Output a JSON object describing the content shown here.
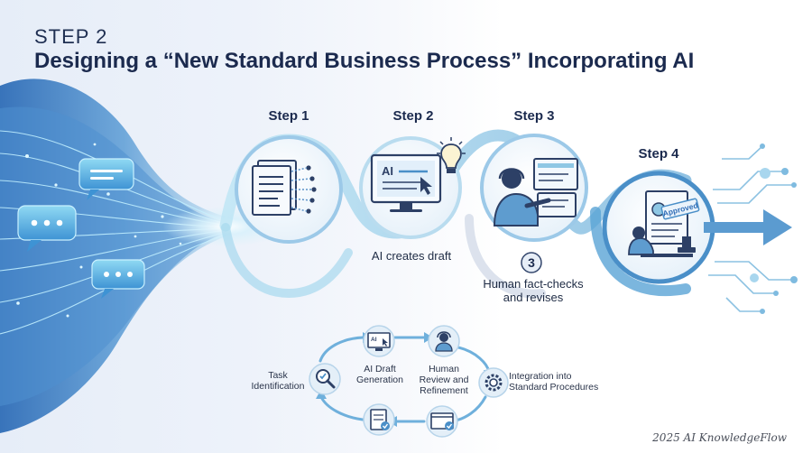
{
  "header": {
    "kicker": "STEP 2",
    "title": "Designing a “New Standard Business Process” Incorporating AI"
  },
  "steps": [
    {
      "label": "Step 1",
      "icon": "document-checklist-icon"
    },
    {
      "label": "Step 2",
      "icon": "ai-monitor-icon",
      "screen_text": "AI",
      "caption": "AI creates draft"
    },
    {
      "label": "Step 3",
      "icon": "human-reviewer-icon",
      "badge": "3",
      "caption_lines": [
        "Human fact-checks",
        "and revises"
      ]
    },
    {
      "label": "Step 4",
      "icon": "approved-stamp-icon",
      "stamp_text": "Approved"
    }
  ],
  "cycle": {
    "nodes": [
      {
        "label_lines": [
          "Task",
          "Identification"
        ],
        "icon": "magnifier-check-icon"
      },
      {
        "label_lines": [
          "AI Draft",
          "Generation"
        ],
        "icon": "ai-monitor-icon",
        "screen_text": "AI"
      },
      {
        "label_lines": [
          "Human",
          "Review and",
          "Refinement"
        ],
        "icon": "headset-person-icon"
      },
      {
        "label_lines": [
          "Integration into",
          "Standard Procedures"
        ],
        "icon": "gear-check-icon"
      },
      {
        "label_lines": [],
        "icon": "browser-check-icon"
      },
      {
        "label_lines": [],
        "icon": "document-check-icon"
      }
    ]
  },
  "footer": {
    "credit": "2025 AI KnowledgeFlow"
  },
  "colors": {
    "navy": "#1b2a4e",
    "accent": "#4a8fc8",
    "light_accent": "#8ec7e4",
    "glow": "#dff3fb"
  }
}
